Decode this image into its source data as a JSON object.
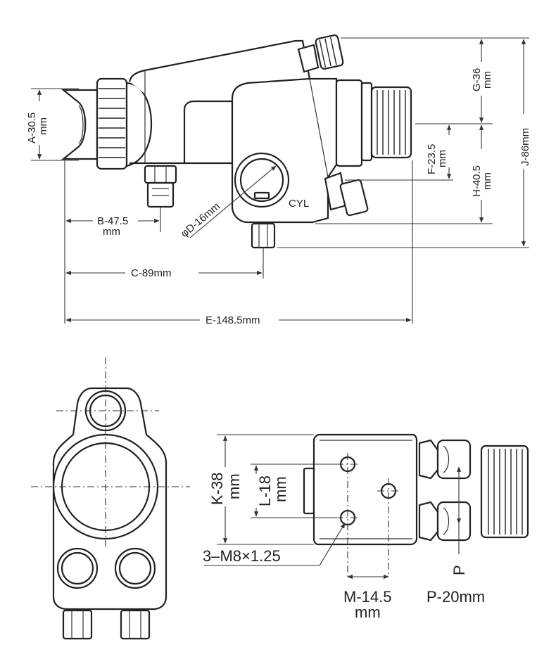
{
  "side_view": {
    "dim_a": "A-30.5",
    "dim_a_unit": "mm",
    "dim_b": "B-47.5",
    "dim_b_unit": "mm",
    "dim_c": "C-89mm",
    "dim_d": "φD-16mm",
    "dim_e": "E-148.5mm",
    "dim_f": "F-23.5",
    "dim_f_unit": "mm",
    "dim_g": "G-36",
    "dim_g_unit": "mm",
    "dim_h": "H-40.5",
    "dim_h_unit": "mm",
    "dim_j": "J-86mm",
    "cyl_label": "CYL"
  },
  "mount_view": {
    "dim_k": "K-38",
    "dim_k_unit": "mm",
    "dim_l": "L-18",
    "dim_l_unit": "mm",
    "thread_callout": "3–M8×1.25",
    "dim_m": "M-14.5",
    "dim_m_unit": "mm",
    "dim_p_marker": "P",
    "dim_p": "P-20mm"
  }
}
